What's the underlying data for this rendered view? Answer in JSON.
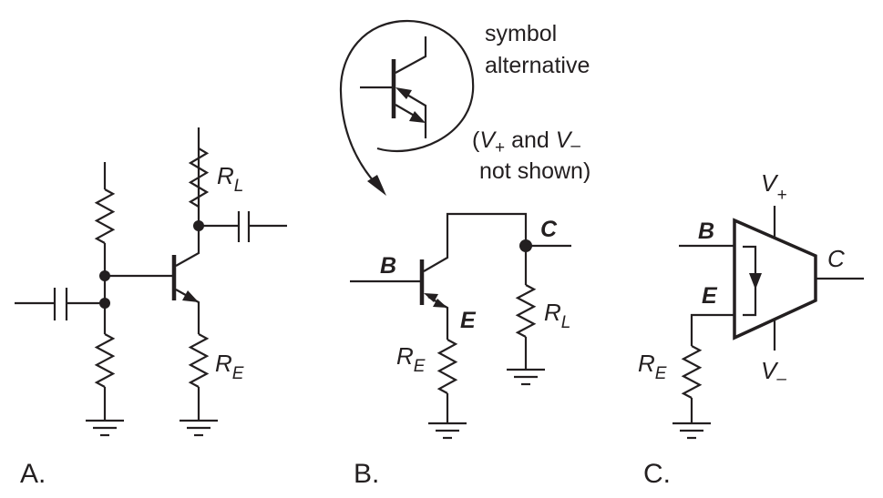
{
  "panels": {
    "a": {
      "label": "A."
    },
    "b": {
      "label": "B."
    },
    "c": {
      "label": "C."
    }
  },
  "labels": {
    "R": "R",
    "sub_L": "L",
    "sub_E": "E",
    "B": "B",
    "C": "C",
    "E": "E",
    "V": "V",
    "plus": "+",
    "minus": "–"
  },
  "notes": {
    "symbol_line1": "symbol",
    "symbol_line2": "alternative",
    "v_note_open": "(",
    "v_note_and": " and ",
    "v_note_line2": "not shown)"
  },
  "colors": {
    "ink": "#231f20",
    "background": "#ffffff"
  }
}
